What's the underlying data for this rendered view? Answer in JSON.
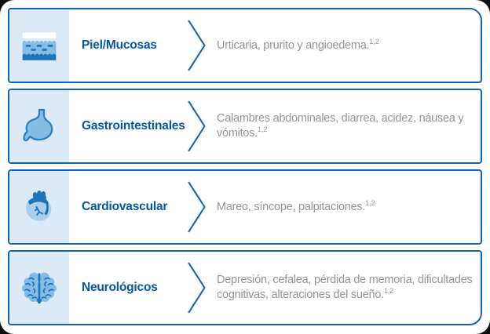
{
  "colors": {
    "row_border_blue": "#1167af",
    "label_blue": "#0358a6",
    "icon_cell_background": "#dce9f7",
    "description_gray": "#959595",
    "icon_dark_blue": "#1e74ba",
    "icon_light_blue": "#85bce4",
    "card_background": "#ffffff"
  },
  "rows": [
    {
      "id": "piel-mucosas",
      "icon": "skin-icon",
      "label": "Piel/Mucosas",
      "description": "Urticaria, prurito y angioedema.",
      "reference": "1,2"
    },
    {
      "id": "gastrointestinales",
      "icon": "stomach-icon",
      "label": "Gastrointestinales",
      "description": "Calambres abdominales, diarrea, acidez, náusea y vómitos.",
      "reference": "1,2"
    },
    {
      "id": "cardiovascular",
      "icon": "heart-icon",
      "label": "Cardiovascular",
      "description": "Mareo, síncope, palpitaciones.",
      "reference": "1,2"
    },
    {
      "id": "neurologicos",
      "icon": "brain-icon",
      "label": "Neurológicos",
      "description": "Depresión, cefalea, pérdida de memoria, dificultades cognitivas, alteraciones del sueño.",
      "reference": "1,2"
    }
  ]
}
